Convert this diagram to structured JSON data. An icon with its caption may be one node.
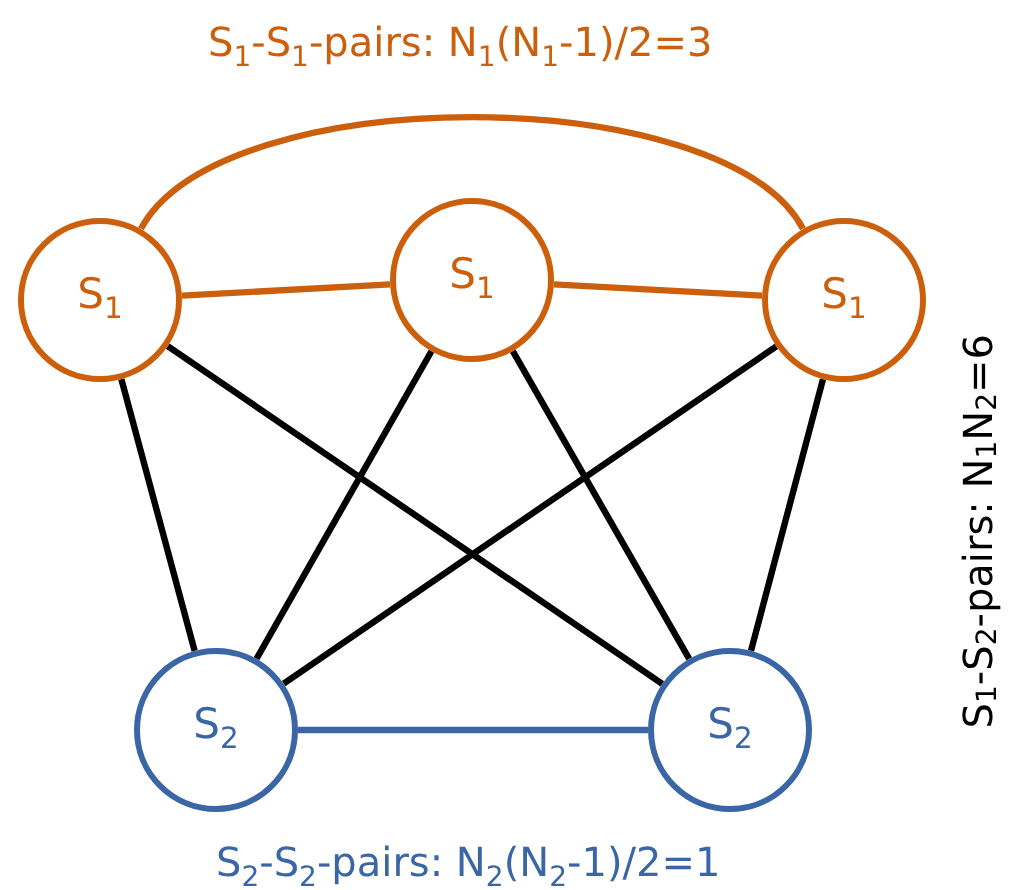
{
  "diagram": {
    "nodes": [
      {
        "text": [
          "S$_{1}$"
        ]
      },
      {
        "text": [
          "S$_{1}$"
        ]
      },
      {
        "text": [
          "S$_{1}$"
        ]
      },
      {
        "text": [
          "S$_{2}$"
        ]
      },
      {
        "text": [
          "S$_{2}$"
        ]
      }
    ],
    "edges": [
      {
        "from": 0,
        "to": 1,
        "arrow": "none",
        "color": "#cc5f0c"
      },
      {
        "from": 1,
        "to": 2,
        "arrow": "none",
        "color": "#cc5f0c"
      },
      {
        "from": 0,
        "to": 2,
        "arrow": "none",
        "color": "#cc5f0c"
      },
      {
        "from": 3,
        "to": 4,
        "arrow": "none",
        "color": "#3a66a5"
      },
      {
        "from": 0,
        "to": 3,
        "arrow": "none"
      },
      {
        "from": 0,
        "to": 4,
        "arrow": "none"
      },
      {
        "from": 1,
        "to": 3,
        "arrow": "none"
      },
      {
        "from": 1,
        "to": 4,
        "arrow": "none"
      },
      {
        "from": 2,
        "to": 3,
        "arrow": "none"
      },
      {
        "from": 2,
        "to": 4,
        "arrow": "none"
      }
    ],
    "labels": [
      "S$_{1}$-S$_{1}$-pairs: N$_{1}$(N$_{1}$-1)/2=3",
      "S$_{1}$-S$_{2}$-pairs: N$_{1}$N$_{2}$=6",
      "S$_{2}$-S$_{2}$-pairs: N$_{2}$(N$_{2}$-1)/2=1"
    ]
  }
}
